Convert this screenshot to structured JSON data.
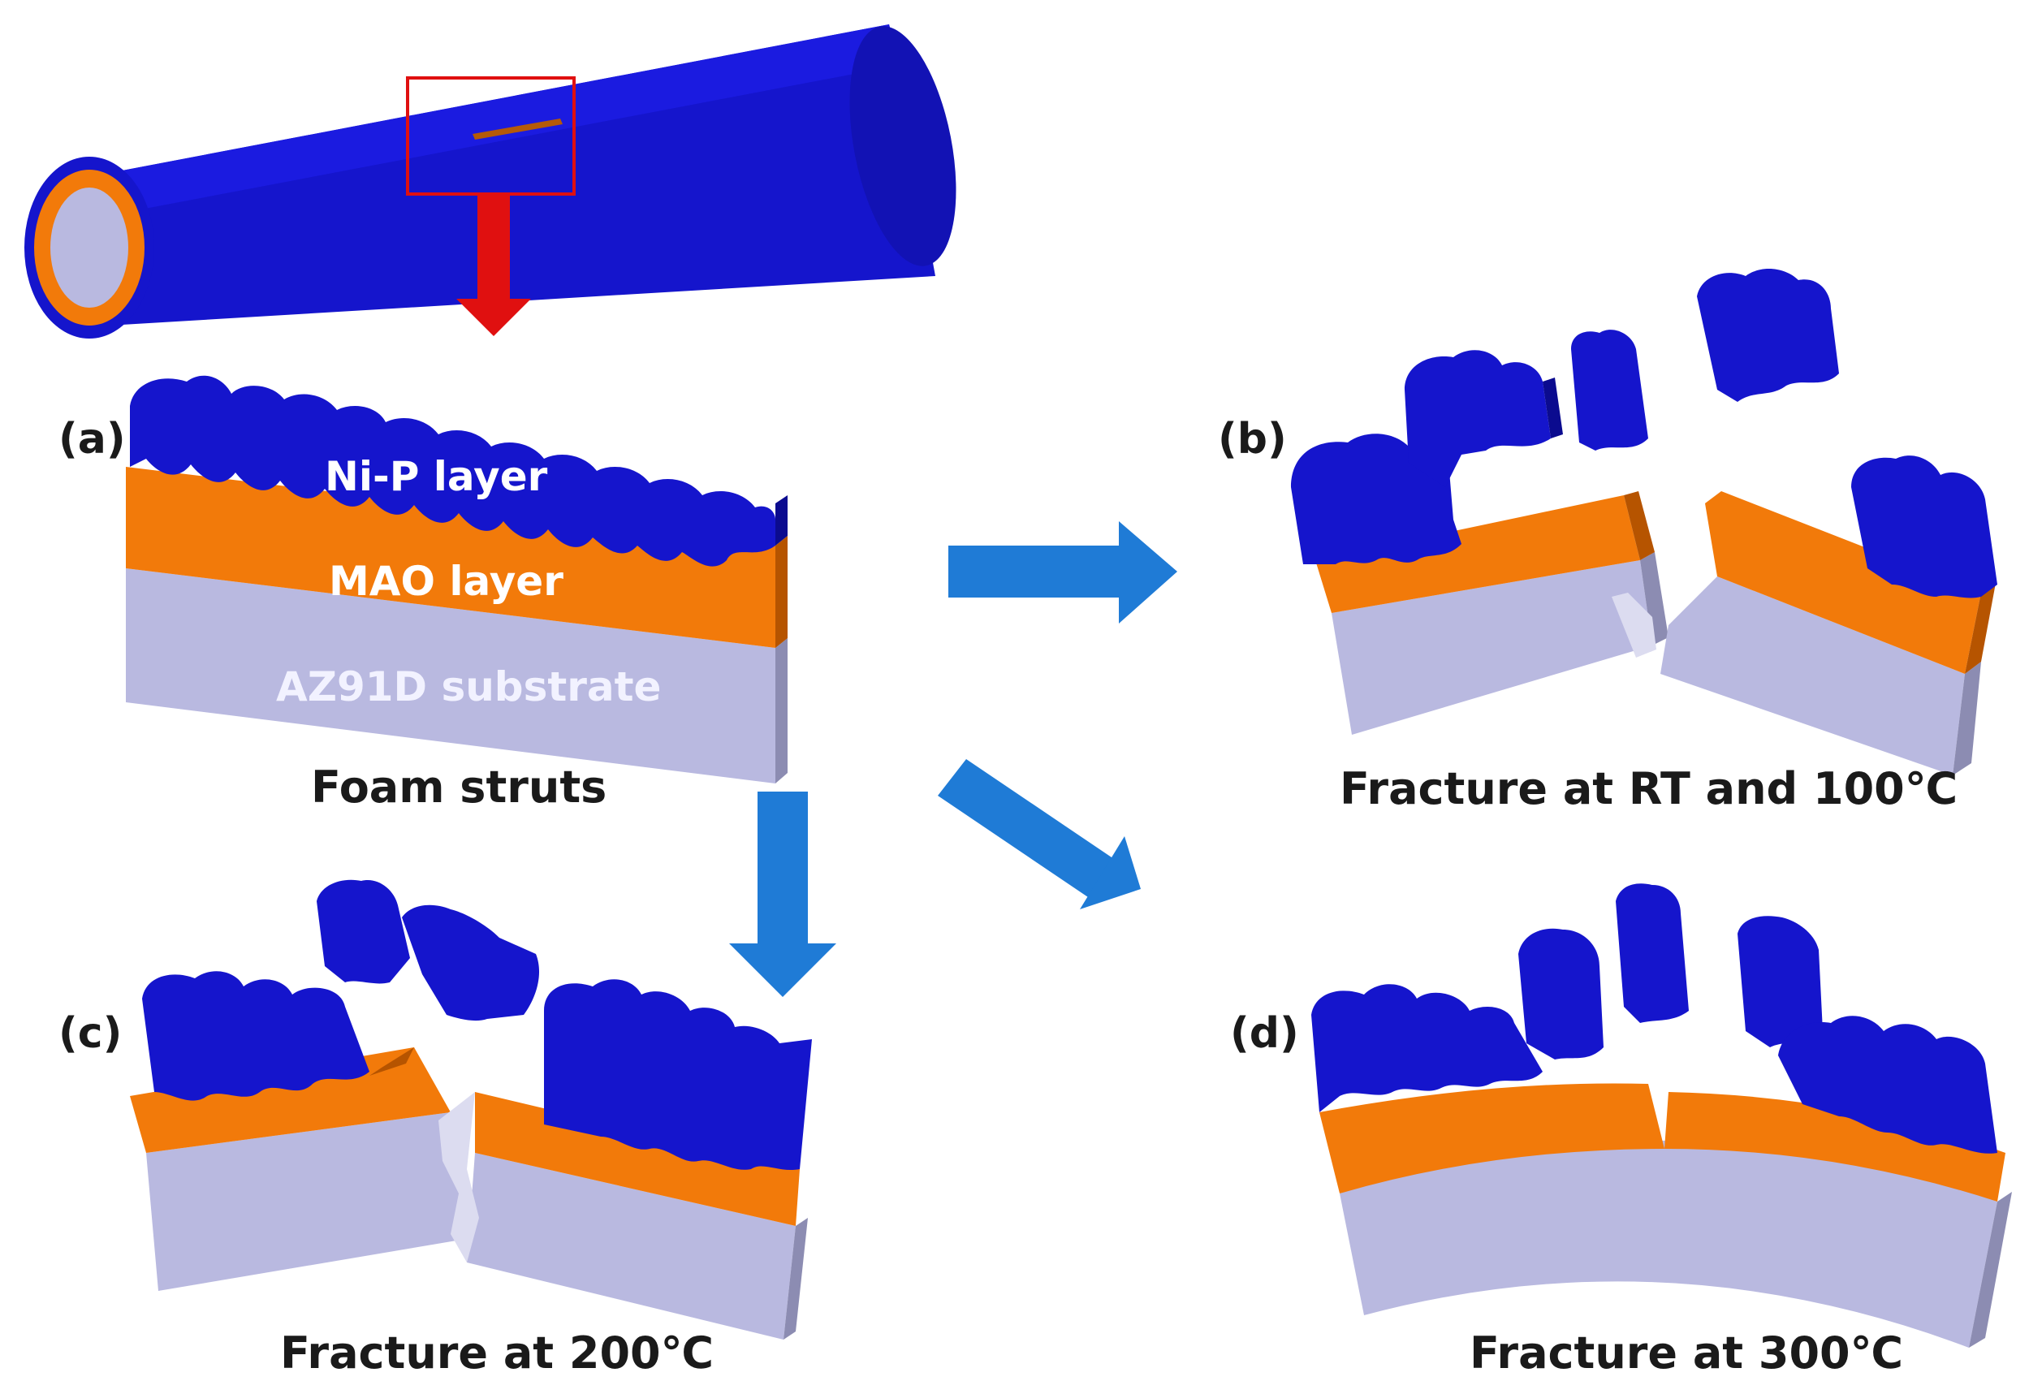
{
  "colors": {
    "nip": "#1515cc",
    "nip_top": "#2b2bf2",
    "nip_side": "#0b0b8f",
    "mao": "#f27a0a",
    "mao_side": "#b65400",
    "substrate": "#b9b9e0",
    "substrate_side": "#8c8cb2",
    "arrow_blue": "#1f7bd6",
    "arrow_red": "#e01010"
  },
  "panels": {
    "a": {
      "tag": "(a)",
      "caption": "Foam struts"
    },
    "b": {
      "tag": "(b)",
      "caption": "Fracture at RT and 100℃"
    },
    "c": {
      "tag": "(c)",
      "caption": "Fracture at 200℃"
    },
    "d": {
      "tag": "(d)",
      "caption": "Fracture at 300℃"
    }
  },
  "layers": {
    "nip": "Ni-P layer",
    "mao": "MAO layer",
    "substrate": "AZ91D substrate"
  }
}
